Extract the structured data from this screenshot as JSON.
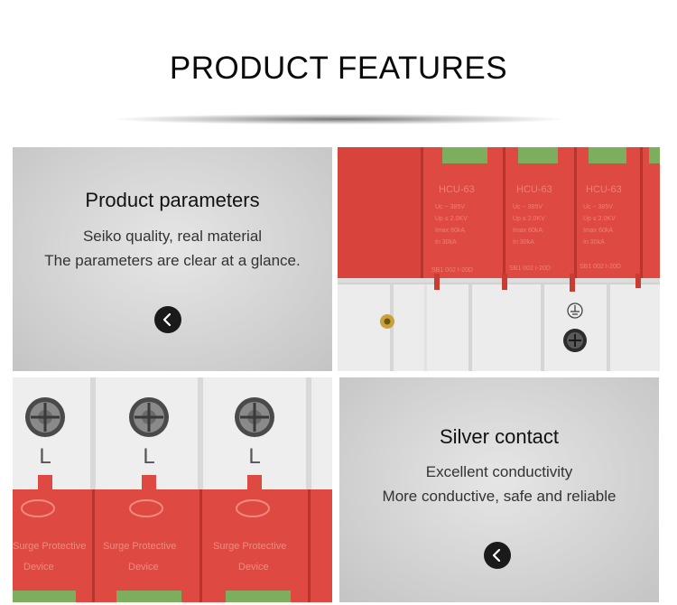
{
  "page": {
    "title": "PRODUCT FEATURES"
  },
  "features": [
    {
      "title": "Product parameters",
      "lines": [
        "Seiko quality, real material",
        "The parameters are clear at a glance."
      ],
      "button_icon": "chevron-left-icon"
    },
    {
      "title": "Silver contact",
      "lines": [
        "Excellent conductivity",
        "More conductive, safe and reliable"
      ],
      "button_icon": "chevron-left-icon"
    }
  ],
  "photos": {
    "top_right": {
      "module_model": "HCU-63",
      "module_specs": [
        "Uc ~ 385V",
        "Up ≤ 2.0KV",
        "Imax 60kA",
        "In 30kA"
      ],
      "module_code": "SB1 002 I-20D"
    },
    "bottom_left": {
      "terminal_label": "L",
      "module_text": [
        "Surge Protective",
        "Device"
      ]
    }
  },
  "colors": {
    "module_red": "#de4a41",
    "module_base": "#ededed",
    "panel_gray": "#d4d4d4",
    "button_dark": "#1a1a1a"
  }
}
